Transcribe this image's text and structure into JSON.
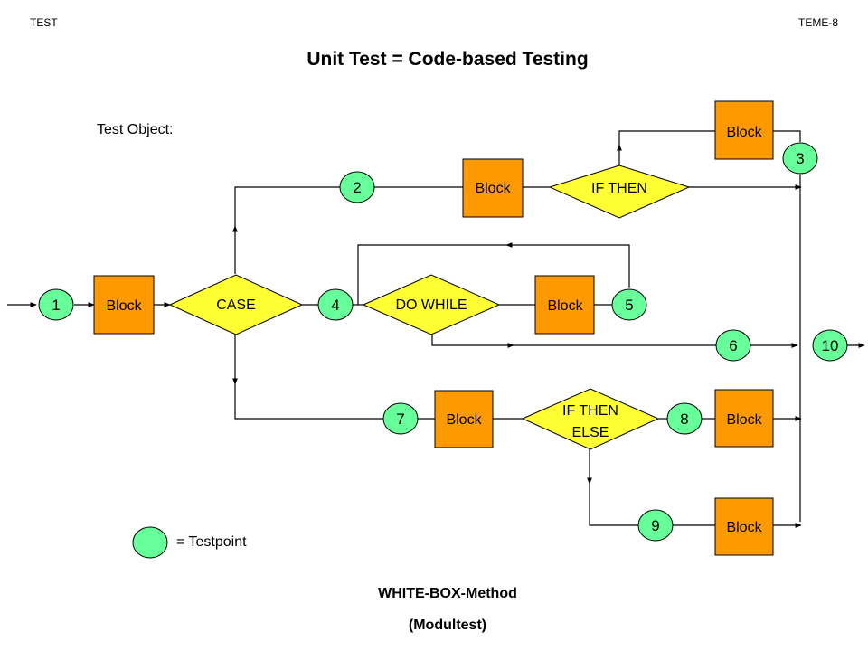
{
  "header": {
    "left": "TEST",
    "right": "TEME-8"
  },
  "title": "Unit Test = Code-based Testing",
  "test_object_label": "Test Object:",
  "blocks": {
    "b1": "Block",
    "b2": "Block",
    "b3": "Block",
    "b4": "Block",
    "b5": "Block",
    "b6": "Block",
    "b7": "Block"
  },
  "decisions": {
    "case": "CASE",
    "do_while": "DO WHILE",
    "if_then": "IF THEN",
    "if_then_else_1": "IF THEN",
    "if_then_else_2": "ELSE"
  },
  "testpoints": {
    "tp1": "1",
    "tp2": "2",
    "tp3": "3",
    "tp4": "4",
    "tp5": "5",
    "tp6": "6",
    "tp7": "7",
    "tp8": "8",
    "tp9": "9",
    "tp10": "10"
  },
  "legend": {
    "label": "= Testpoint"
  },
  "footer": {
    "line1": "WHITE-BOX-Method",
    "line2": "(Modultest)"
  },
  "colors": {
    "block": "#ff9900",
    "decision": "#ffff33",
    "testpoint": "#66ff99",
    "line": "#000000"
  }
}
